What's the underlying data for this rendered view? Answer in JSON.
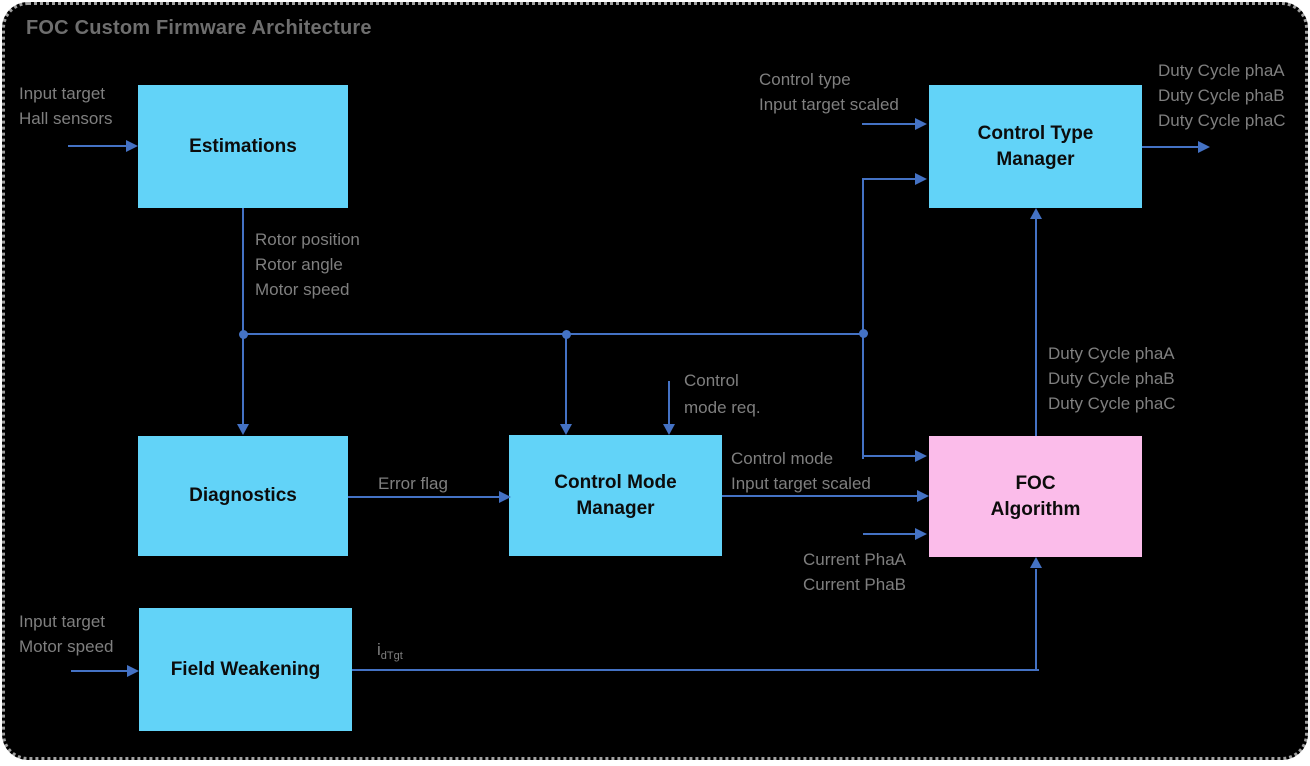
{
  "title": "FOC Custom Firmware Architecture",
  "colors": {
    "background": "#000000",
    "frame_border": "#a0a0a0",
    "box_cyan": "#62D3F8",
    "box_pink": "#FBBCEA",
    "connector_blue": "#4472C4",
    "label_gray": "#7F7F7F",
    "box_text": "#0c0c0c"
  },
  "boxes": {
    "estimations": {
      "label": "Estimations"
    },
    "control_type_manager": {
      "label": "Control Type\nManager"
    },
    "diagnostics": {
      "label": "Diagnostics"
    },
    "control_mode_manager": {
      "label": "Control Mode\nManager"
    },
    "foc_algorithm": {
      "label": "FOC\nAlgorithm"
    },
    "field_weakening": {
      "label": "Field Weakening"
    }
  },
  "labels": {
    "estimations_inputs": "Input target\nHall sensors",
    "estimations_outputs": "Rotor position\nRotor angle\nMotor speed",
    "control_type_inputs": "Control type\nInput target scaled",
    "control_type_outputs": "Duty Cycle phaA\nDuty Cycle phaB\nDuty Cycle phaC",
    "foc_duty_outputs": "Duty Cycle phaA\nDuty Cycle phaB\nDuty Cycle phaC",
    "control_mode_request": "Control\nmode req.",
    "error_flag": "Error flag",
    "cmm_outputs": "Control mode\nInput target scaled",
    "current_inputs": "Current PhaA\nCurrent PhaB",
    "field_weakening_inputs": "Input target\nMotor speed",
    "idtgt_base": "i",
    "idtgt_sub": "dTgt"
  }
}
